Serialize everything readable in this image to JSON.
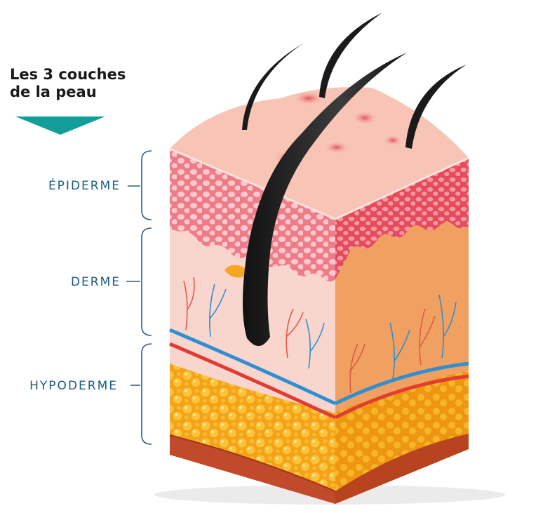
{
  "title": {
    "line1": "Les 3 couches",
    "line2": "de la peau"
  },
  "layers": {
    "epiderme": "ÉPIDERME",
    "derme": "DERME",
    "hypoderme": "HYPODERME"
  },
  "colors": {
    "accent_arrow": "#139e9a",
    "label_text": "#1c5a80",
    "bracket": "#2a5f82",
    "vein": "#2f8fd0",
    "artery": "#e03b35",
    "fat": "#f5a623",
    "epidermis": "#f27a7a",
    "dermis": "#f9d0c4"
  }
}
